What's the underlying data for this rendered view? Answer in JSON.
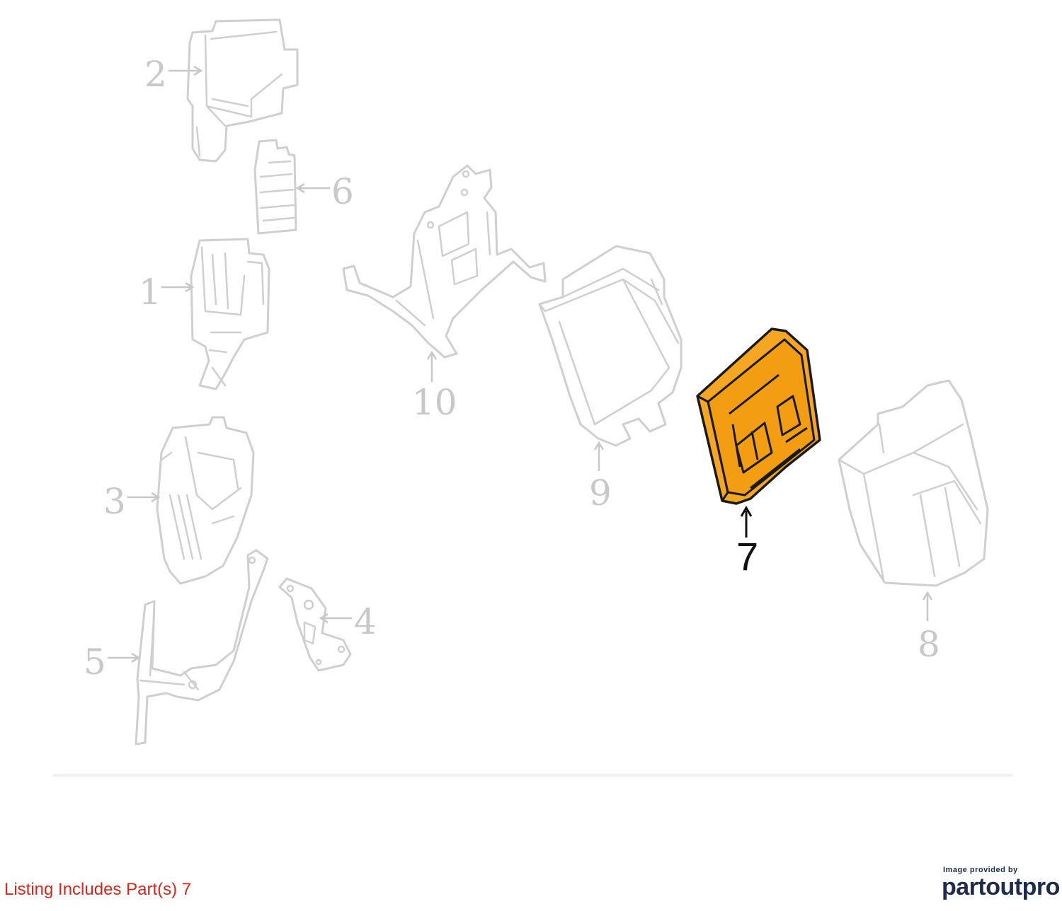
{
  "diagram": {
    "callouts": [
      "1",
      "2",
      "3",
      "4",
      "5",
      "6",
      "7",
      "8",
      "9",
      "10"
    ],
    "highlighted_part": "7",
    "highlight_color": "#f5a623",
    "line_color": "#cfcfcf",
    "callout_color": "#c8c8c8"
  },
  "footer": {
    "listing_note": "Listing Includes Part(s) 7",
    "listing_note_color": "#d9251c",
    "brand_caption": "Image provided by",
    "brand_logo": "partoutpro",
    "brand_color": "#1e2b4a"
  }
}
